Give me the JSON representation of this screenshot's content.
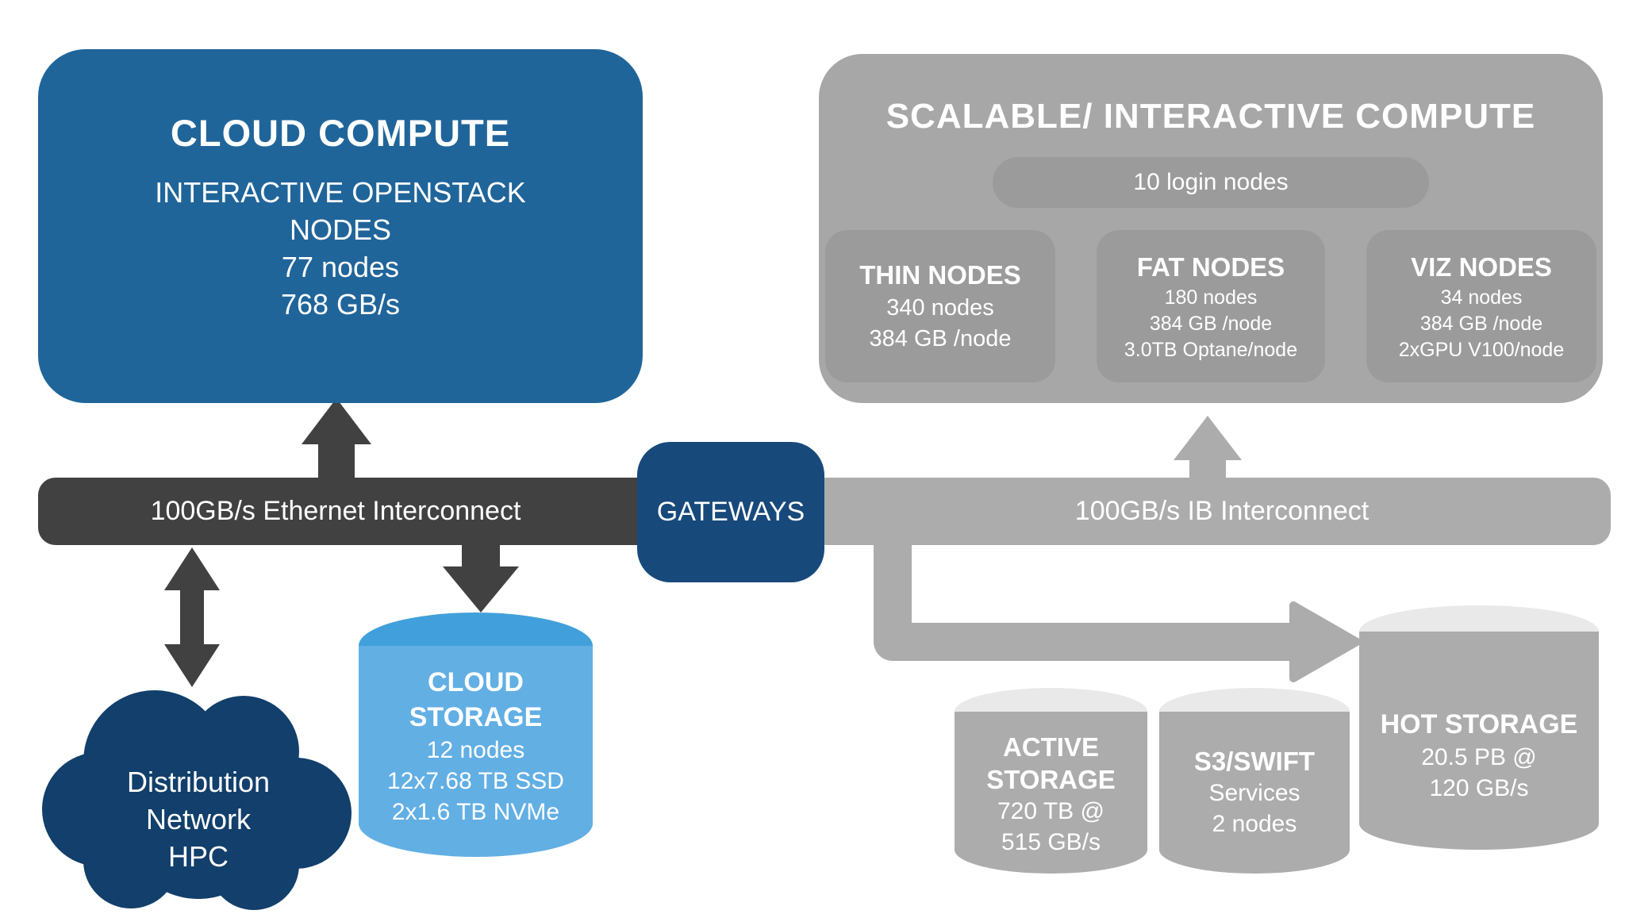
{
  "colors": {
    "cloud_compute_blue": "#20659A",
    "gateways_navy": "#17497B",
    "hpc_cloud_navy": "#123F6B",
    "dark_interconnect_gray": "#414141",
    "scalable_box_gray": "#A7A7A7",
    "inner_box_gray": "#9B9B9B",
    "ib_gray": "#ACACAC",
    "cylinder_top_gray": "#E9E9E9",
    "cloud_storage_body_blue": "#62AFE4",
    "cloud_storage_top_blue": "#41A0DB",
    "text_white": "#FFFFFF"
  },
  "cloud_compute": {
    "title": "CLOUD COMPUTE",
    "subtitle": "INTERACTIVE OPENSTACK NODES",
    "line_nodes": "77 nodes",
    "line_bandwidth": "768 GB/s"
  },
  "scalable_compute": {
    "title": "SCALABLE/ INTERACTIVE COMPUTE",
    "login_pill": "10 login nodes",
    "node_groups": [
      {
        "title": "THIN NODES",
        "lines": [
          "340 nodes",
          "384 GB /node"
        ]
      },
      {
        "title": "FAT NODES",
        "lines": [
          "180 nodes",
          "384 GB /node",
          "3.0TB Optane/node"
        ]
      },
      {
        "title": "VIZ NODES",
        "lines": [
          "34 nodes",
          "384 GB /node",
          "2xGPU V100/node"
        ]
      }
    ]
  },
  "interconnects": {
    "ethernet_label": "100GB/s Ethernet Interconnect",
    "gateways_label": "GATEWAYS",
    "ib_label": "100GB/s IB Interconnect"
  },
  "hpc_cloud": {
    "line1": "Distribution",
    "line2": "Network",
    "line3": "HPC"
  },
  "cloud_storage": {
    "title_line1": "CLOUD",
    "title_line2": "STORAGE",
    "lines": [
      "12 nodes",
      "12x7.68 TB SSD",
      "2x1.6 TB NVMe"
    ]
  },
  "storage_cylinders": [
    {
      "title_line1": "ACTIVE",
      "title_line2": "STORAGE",
      "lines": [
        "720 TB @",
        "515 GB/s"
      ]
    },
    {
      "title_line1": "S3/SWIFT",
      "title_line2": "",
      "lines": [
        "Services",
        "2 nodes"
      ]
    },
    {
      "title_line1": "HOT STORAGE",
      "title_line2": "",
      "lines": [
        "20.5 PB @",
        "120 GB/s"
      ]
    }
  ]
}
